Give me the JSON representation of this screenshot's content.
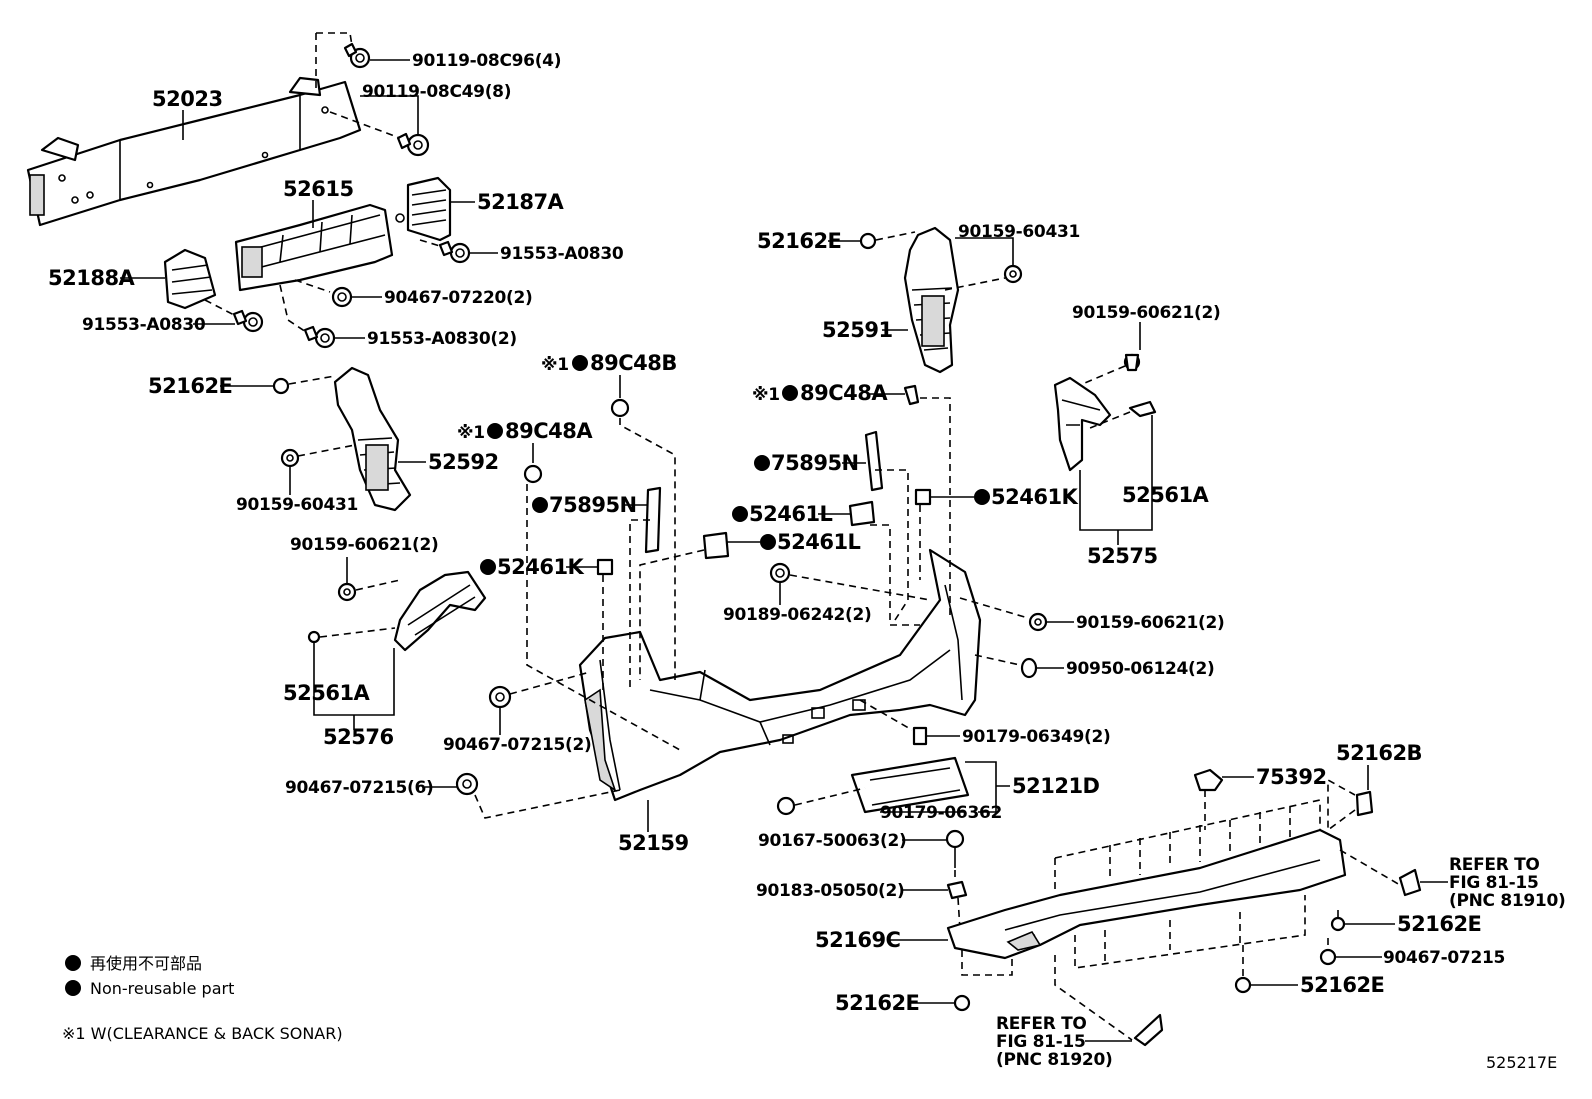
{
  "labels": {
    "l52023": "52023",
    "l90119_08C96": "90119-08C96(4)",
    "l90119_08C49": "90119-08C49(8)",
    "l52615": "52615",
    "l52187A": "52187A",
    "l91553_a": "91553-A0830",
    "l52188A": "52188A",
    "l90467_07220": "90467-07220(2)",
    "l91553_b": "91553-A0830",
    "l91553_c": "91553-A0830(2)",
    "l52162E_a": "52162E",
    "l90159_60431_a": "90159-60431",
    "l52591": "52591",
    "l52162E_b": "52162E",
    "l52592": "52592",
    "l90159_60431_b": "90159-60431",
    "l90159_60621_a": "90159-60621(2)",
    "l89C48B": "89C48B",
    "l89C48A_a": "89C48A",
    "l89C48A_b": "89C48A",
    "l75895N_a": "75895N",
    "l75895N_b": "75895N",
    "l52461L_a": "52461L",
    "l52461L_b": "52461L",
    "l52461K_a": "52461K",
    "l52461K_b": "52461K",
    "l52561A_a": "52561A",
    "l52575": "52575",
    "l90159_60621_b": "90159-60621(2)",
    "l90189_06242": "90189-06242(2)",
    "l90159_60621_c": "90159-60621(2)",
    "l90950_06124": "90950-06124(2)",
    "l52561A_b": "52561A",
    "l52576": "52576",
    "l90467_07215_a": "90467-07215(2)",
    "l90179_06349": "90179-06349(2)",
    "l90467_07215_b": "90467-07215(6)",
    "l52162B": "52162B",
    "l75392": "75392",
    "l52121D": "52121D",
    "l90179_06362": "90179-06362",
    "l52159": "52159",
    "l90167_50063": "90167-50063(2)",
    "l90183_05050": "90183-05050(2)",
    "l52169C": "52169C",
    "l52162E_c": "52162E",
    "l90467_07215_c": "90467-07215",
    "l52162E_d": "52162E",
    "l52162E_e": "52162E",
    "ref1_a": "REFER TO",
    "ref1_b": "FIG 81-15",
    "ref1_c": "(PNC 81910)",
    "ref2_a": "REFER TO",
    "ref2_b": "FIG 81-15",
    "ref2_c": "(PNC 81920)",
    "star": "※1"
  },
  "legend": {
    "jp": "再使用不可部品",
    "en": "Non-reusable part",
    "note": "※1 W(CLEARANCE & BACK SONAR)"
  },
  "figure_id": "525217E"
}
